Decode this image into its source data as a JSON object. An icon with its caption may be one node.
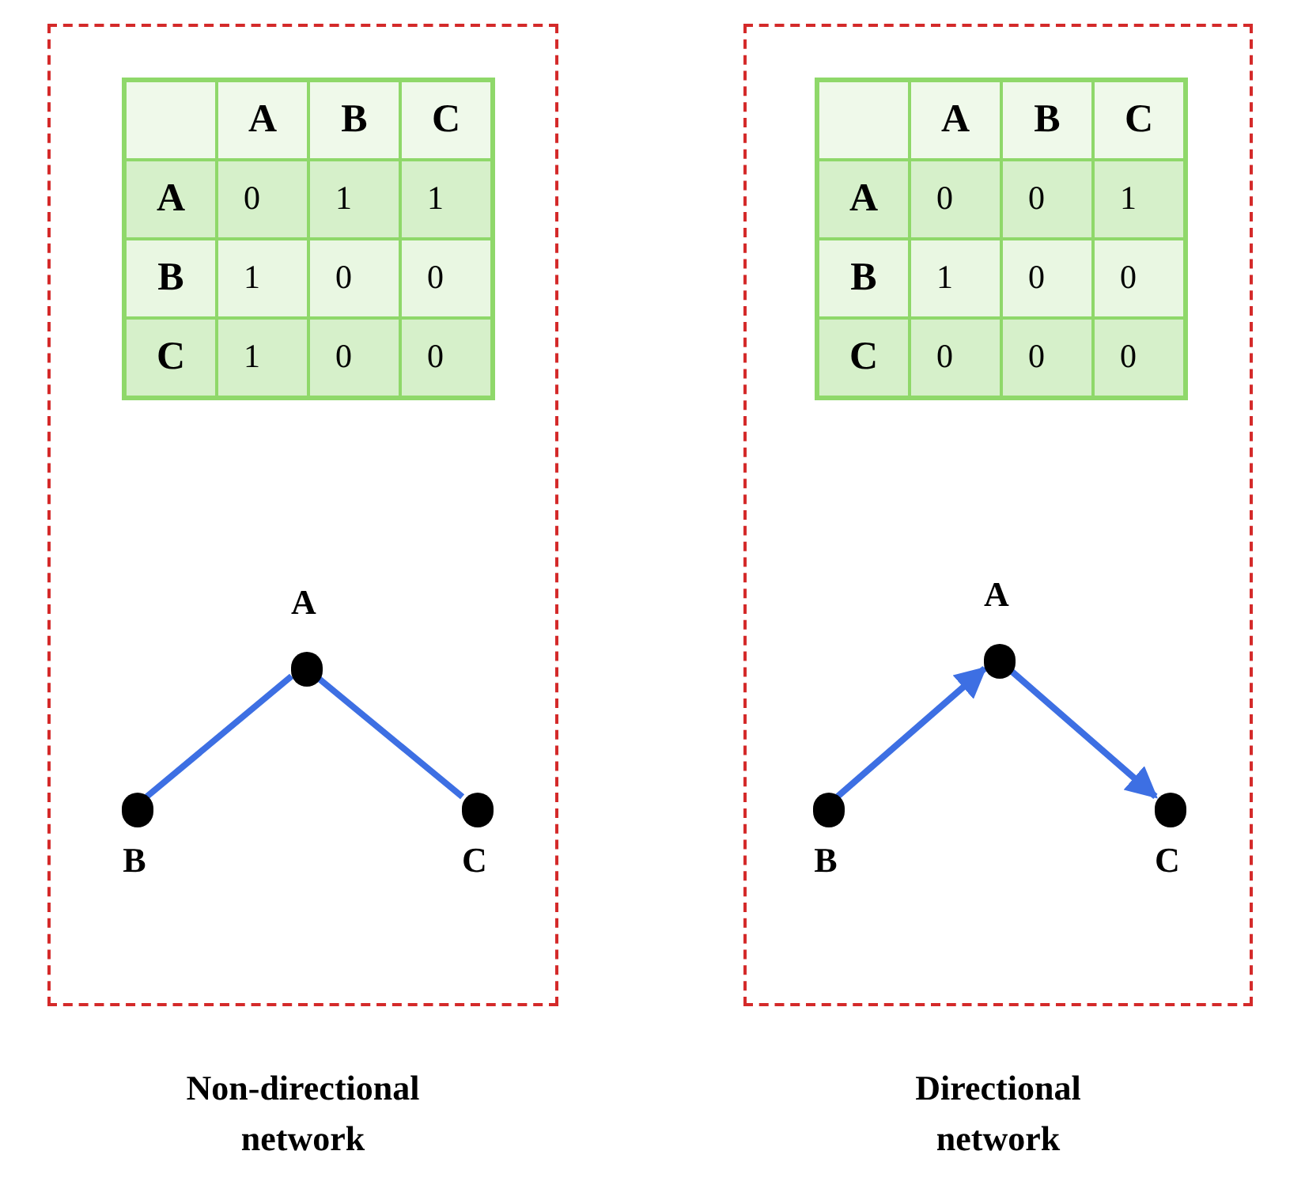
{
  "diagram": {
    "nodes": [
      {
        "text": [],
        "shape": "box",
        "beside": [
          "Non-directional network"
        ]
      },
      {
        "text": [],
        "shape": "circle",
        "beside": [
          "A"
        ],
        "in": 0
      },
      {
        "text": [],
        "shape": "circle",
        "beside": [
          "B"
        ],
        "in": 0
      },
      {
        "text": [],
        "shape": "circle",
        "beside": [
          "C"
        ],
        "in": 0
      },
      {
        "text": [],
        "shape": "box",
        "beside": [
          "Directional network"
        ]
      },
      {
        "text": [],
        "shape": "circle",
        "beside": [
          "A"
        ],
        "in": 4
      },
      {
        "text": [],
        "shape": "circle",
        "beside": [
          "B"
        ],
        "in": 4
      },
      {
        "text": [],
        "shape": "circle",
        "beside": [
          "C"
        ],
        "in": 4
      }
    ],
    "edges": [
      {
        "from": 2,
        "to": 1,
        "arrow": "none"
      },
      {
        "from": 1,
        "to": 3,
        "arrow": "none"
      },
      {
        "from": 6,
        "to": 5,
        "arrow": "to"
      },
      {
        "from": 5,
        "to": 7,
        "arrow": "to"
      }
    ],
    "labels": [
      "A",
      "B",
      "C",
      "A",
      "0",
      "1",
      "1",
      "B",
      "1",
      "0",
      "0",
      "C",
      "1",
      "0",
      "0",
      "A",
      "B",
      "C",
      "A",
      "0",
      "0",
      "1",
      "B",
      "1",
      "0",
      "0",
      "C",
      "0",
      "0",
      "0"
    ]
  }
}
